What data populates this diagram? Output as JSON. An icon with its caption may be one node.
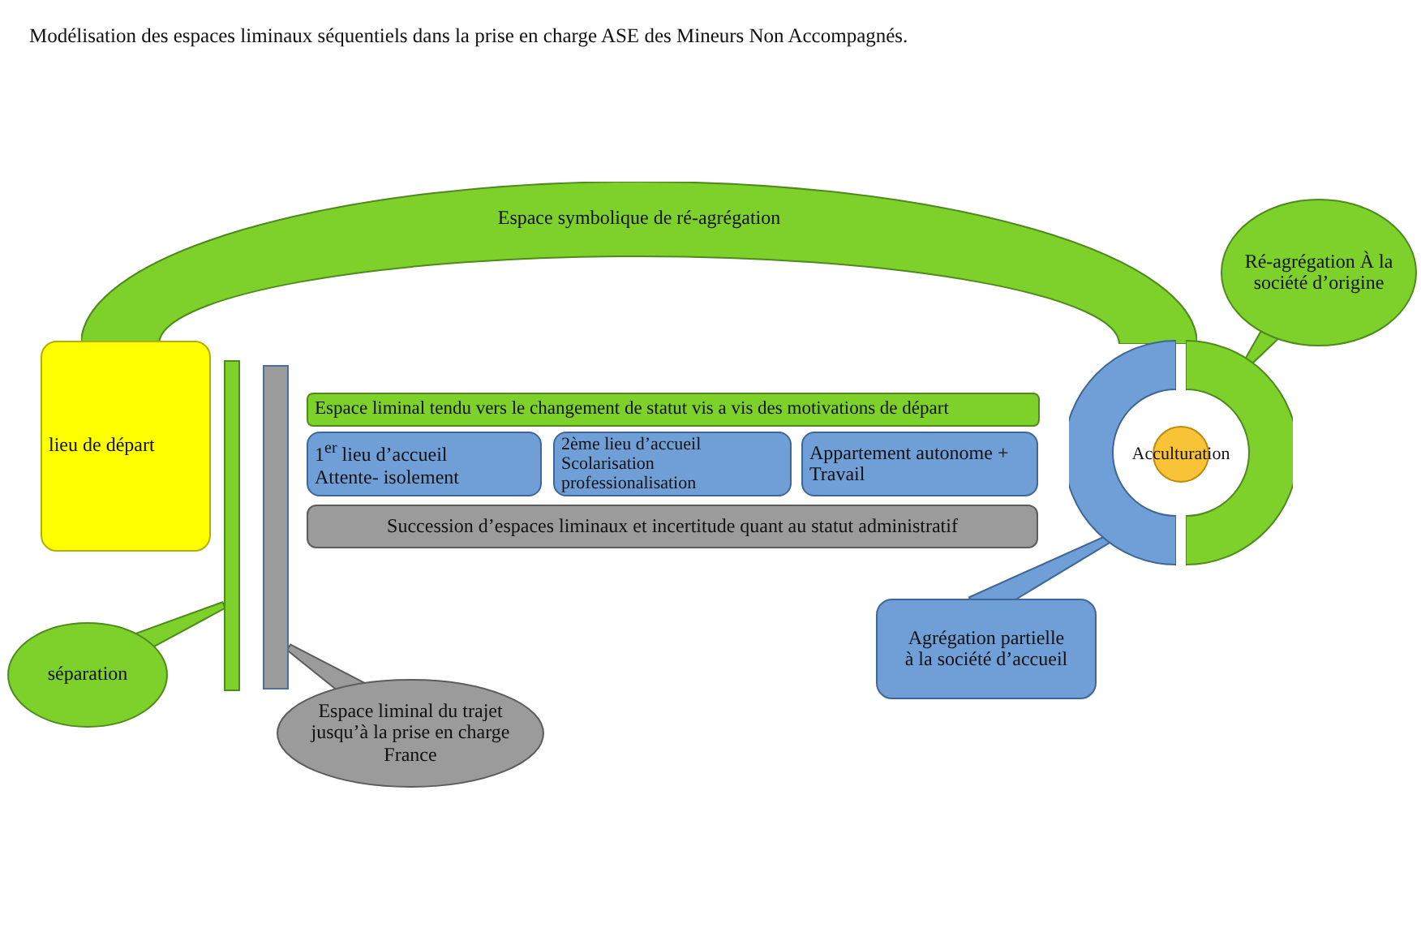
{
  "diagram": {
    "title": "Modélisation des espaces liminaux séquentiels dans la prise en charge ASE des Mineurs Non Accompagnés.",
    "nodes": [
      {
        "text": [
          "Espace symbolique de ré-agrégation"
        ]
      },
      {
        "text": [
          "lieu de départ"
        ]
      },
      {
        "text": [],
        "shape": "bar"
      },
      {
        "text": [],
        "shape": "bar"
      },
      {
        "text": [
          "Espace liminal tendu vers le changement de statut vis a vis des motivations de départ"
        ]
      },
      {
        "text": [
          "1$^{er}$ lieu d’accueil Attente- isolement"
        ]
      },
      {
        "text": [
          "2ème lieu d’accueil Scolarisation professionalisation"
        ]
      },
      {
        "text": [
          "Appartement autonome + Travail"
        ]
      },
      {
        "text": [
          "Succession d’espaces liminaux et incertitude quant au statut administratif"
        ]
      },
      {
        "text": [],
        "shape": "arc"
      },
      {
        "text": [],
        "shape": "arc"
      },
      {
        "text": [
          "Acculturation"
        ]
      },
      {
        "text": [
          "Ré-agrégation À la société d’origine"
        ]
      },
      {
        "text": [
          "Agrégation partielle à la société d’accueil"
        ]
      },
      {
        "text": [
          "séparation"
        ]
      },
      {
        "text": [
          "Espace liminal du trajet jusqu’à la prise en charge France"
        ]
      }
    ],
    "edges": [
      {
        "from": 12,
        "to": 10,
        "arrow": "none"
      },
      {
        "from": 13,
        "to": 9,
        "arrow": "none"
      },
      {
        "from": 14,
        "to": 2,
        "arrow": "none"
      },
      {
        "from": 15,
        "to": 3,
        "arrow": "none"
      }
    ]
  }
}
